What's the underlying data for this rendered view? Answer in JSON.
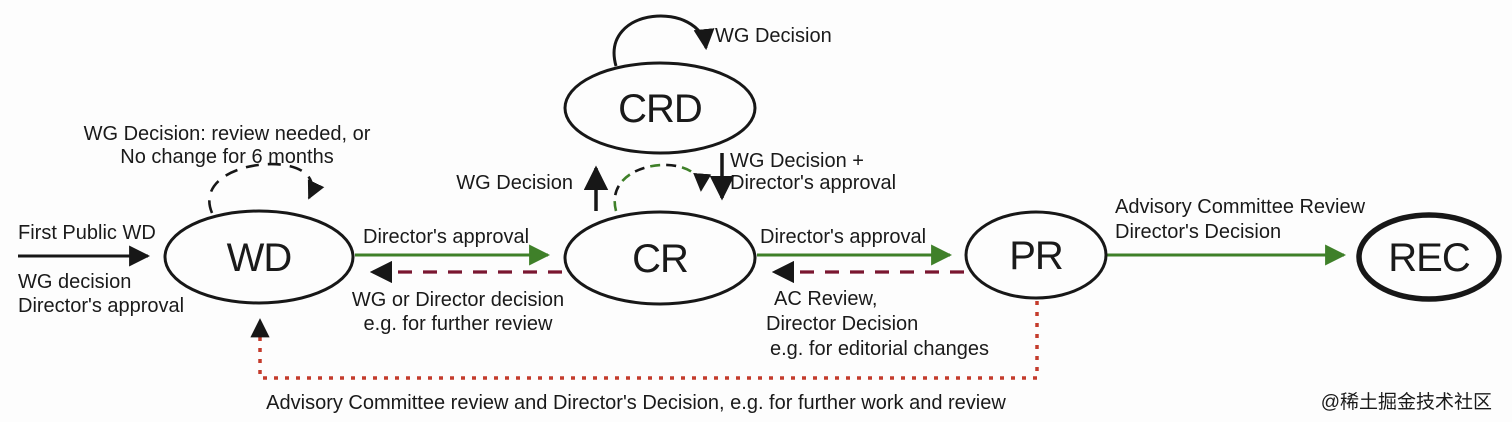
{
  "colors": {
    "green": "#3f8029",
    "dark_red": "#7a1630",
    "red": "#c43b2c",
    "black": "#171717",
    "watermark_gray": "#cccccc"
  },
  "nodes": {
    "wd": {
      "label": "WD"
    },
    "crd": {
      "label": "CRD"
    },
    "cr": {
      "label": "CR"
    },
    "pr": {
      "label": "PR"
    },
    "rec": {
      "label": "REC"
    }
  },
  "edges": {
    "first_public_wd": {
      "label": "First Public WD",
      "sublabel_line1": "WG decision",
      "sublabel_line2": "Director's approval"
    },
    "wd_self_loop": {
      "label_line1": "WG Decision: review needed, or",
      "label_line2": "No change for 6 months"
    },
    "wd_to_cr": {
      "label": "Director's approval"
    },
    "cr_to_wd": {
      "label_line1": "WG or Director decision",
      "label_line2": "e.g. for further review"
    },
    "cr_to_crd": {
      "label": "WG Decision"
    },
    "crd_self_loop": {
      "label": "WG Decision"
    },
    "crd_to_cr": {
      "label_line1": "WG Decision +",
      "label_line2": "Director's approval"
    },
    "cr_to_pr": {
      "label": "Director's approval"
    },
    "pr_to_cr": {
      "label_line1": "AC Review,",
      "label_line2": "Director Decision",
      "label_line3": "e.g. for editorial changes"
    },
    "pr_to_rec": {
      "label_line1": "Advisory Committee Review",
      "label_line2": "Director's Decision"
    },
    "pr_to_wd": {
      "label": "Advisory Committee review and Director's Decision, e.g. for further work and review"
    }
  },
  "watermark": "@稀土掘金技术社区"
}
